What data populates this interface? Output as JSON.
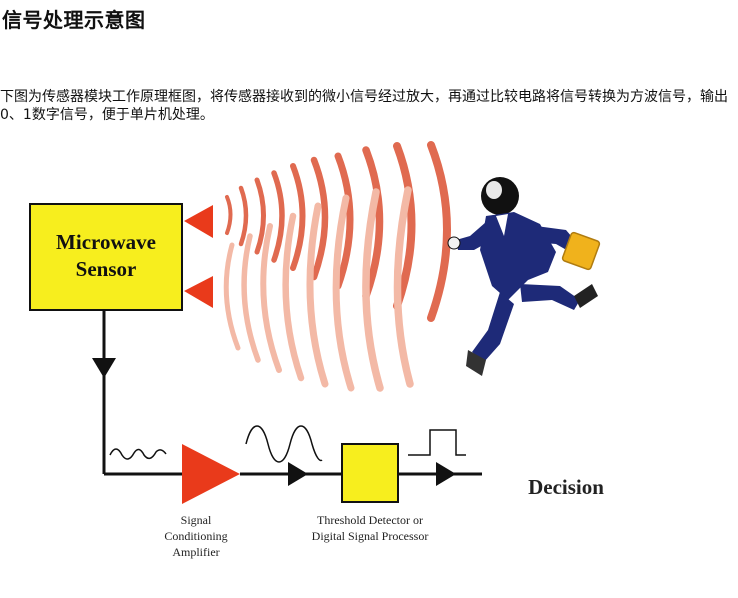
{
  "article": {
    "title": "信号处理示意图",
    "intro": "下图为传感器模块工作原理框图，将传感器接收到的微小信号经过放大，再通过比较电路将信号转换为方波信号，输出0、1数字信号，便于单片机处理。"
  },
  "diagram": {
    "sensor_line1": "Microwave",
    "sensor_line2": "Sensor",
    "amplifier_line1": "Signal",
    "amplifier_line2": "Conditioning",
    "amplifier_line3": "Amplifier",
    "detector_line1": "Threshold Detector or",
    "detector_line2": "Digital Signal Processor",
    "output_label": "Decision",
    "colors": {
      "sensor_fill": "#f7ee1e",
      "detector_fill": "#f7ee1e",
      "amplifier_fill": "#e93a1b",
      "wave": "#e06a50",
      "wave_faint": "#f3b9a6",
      "person_suit": "#1e2a78",
      "briefcase": "#f0b21c"
    }
  }
}
